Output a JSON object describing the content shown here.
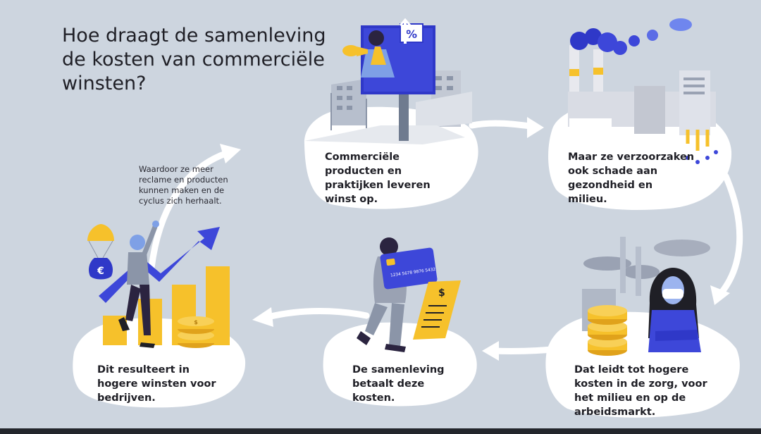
{
  "title": "Hoe draagt de samenleving de kosten van commerciële winsten?",
  "steps": [
    {
      "text": "Commerciële producten en praktijken leveren winst op."
    },
    {
      "text": "Maar ze verzoorzaken ook schade aan gezondheid en milieu."
    },
    {
      "text": "Dat leidt tot hogere kosten in de zorg, voor het milieu en op de arbeidsmarkt."
    },
    {
      "text": "De samenleving betaalt deze kosten."
    },
    {
      "text": "Dit resulteert in hogere winsten voor bedrijven."
    }
  ],
  "cycle_note": "Waardoor ze meer reclame en producten kunnen maken en de cyclus zich herhaalt.",
  "billboard_sign": "%",
  "card_number": "1234 5678 9876 5432",
  "receipt_symbol": "$",
  "moneybag_symbol": "€",
  "coin_symbol": "$",
  "colors": {
    "background": "#cdd5df",
    "blob": "#ffffff",
    "accent_blue": "#3d47d9",
    "accent_yellow": "#f6c12b",
    "text": "#1f1f26"
  }
}
